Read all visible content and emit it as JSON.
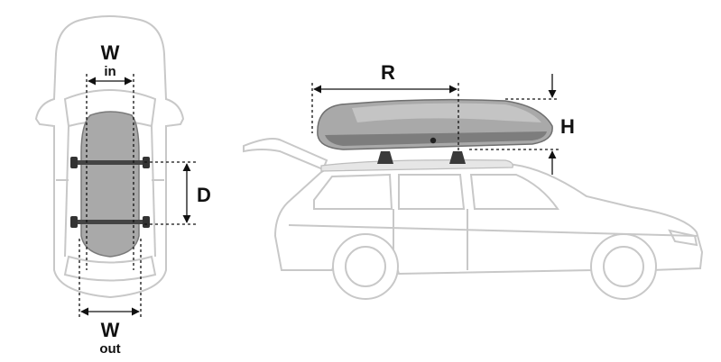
{
  "labels": {
    "w_in_main": "W",
    "w_in_sub": "in",
    "w_out_main": "W",
    "w_out_sub": "out",
    "d": "D",
    "r": "R",
    "h": "H"
  },
  "colors": {
    "car_outline": "#c8c8c8",
    "box_fill": "#a9a9a9",
    "box_dark": "#8a8a8a",
    "dimension_line": "#111111"
  }
}
